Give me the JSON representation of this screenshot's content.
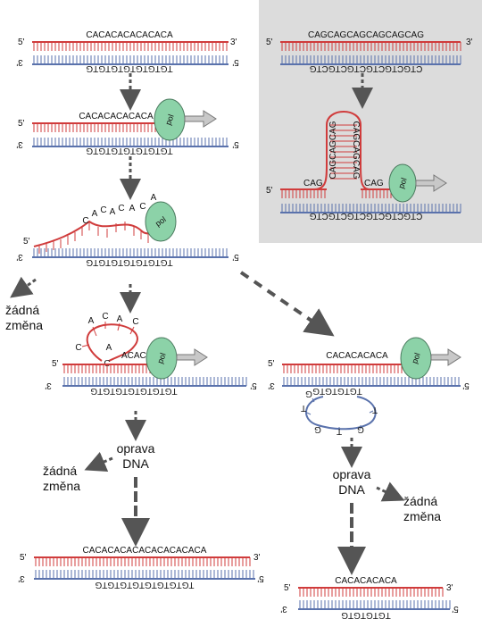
{
  "colors": {
    "top_strand": "#d03c3c",
    "bottom_strand": "#5a72ac",
    "polymerase": "#8cd2a8",
    "inset_bg": "#dcdcdc",
    "arrow": "#555555"
  },
  "labels": {
    "five": "5'",
    "three": "3'",
    "pol": "pol",
    "no_change_line1": "žádná",
    "no_change_line2": "změna",
    "repair_line1": "oprava",
    "repair_line2": "DNA"
  },
  "sequences": {
    "ca_top_1": "CACACACACACACA",
    "tg_bottom_1": "TGTGTGTGTGTGTG",
    "ca_top_2": "CACACACACACA",
    "tg_bottom_2": "TGTGTGTGTGTGTG",
    "tg_bottom_3": "TGTGTGTGTGTGTG",
    "tg_bottom_4": "TGTGTGTGTGTGTG",
    "acaca_stub": "ACACA",
    "ca_top_final_long": "CACACACACACACACACACA",
    "tg_bottom_final_long": "TGTGTGTGTGTGTGTG",
    "ca_top_right": "CACACACACA",
    "tg_bottom_right": "TGTGTGTG",
    "ca_top_final_short": "CACACACACA",
    "tg_bottom_final_short": "TGTGTGTG",
    "cag_top": "CAGCAGCAGCAGCAGCAG",
    "ctg_bottom_1": "CTGCTGCTGCTGCTGCTG",
    "ctg_bottom_2": "CTGCTGCTGCTGCTGCTG",
    "hairpin_left": "CAGCAGCAG",
    "hairpin_right": "CAGCAGCAG",
    "cag_left": "CAG",
    "cag_right": "CAG"
  },
  "slip_bases": {
    "strand": [
      "C",
      "A",
      "C",
      "A",
      "C",
      "A",
      "C",
      "A"
    ],
    "top_loop": [
      "A",
      "C",
      "A",
      "C",
      "C",
      "A",
      "C"
    ],
    "bottom_loop": [
      "G",
      "T",
      "G",
      "T",
      "G",
      "T"
    ]
  }
}
